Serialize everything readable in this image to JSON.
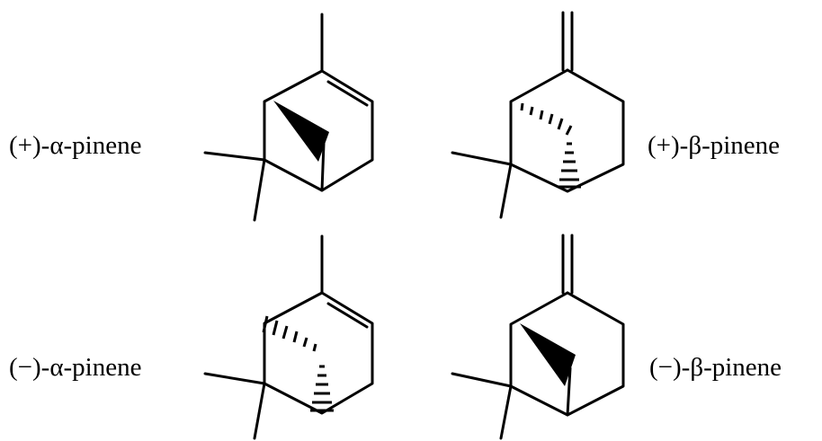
{
  "labels": {
    "alpha_plus": "(+)-α-pinene",
    "beta_plus": "(+)-β-pinene",
    "alpha_minus": "(−)-α-pinene",
    "beta_minus": "(−)-β-pinene"
  },
  "colors": {
    "ink": "#000000",
    "background": "#ffffff"
  }
}
